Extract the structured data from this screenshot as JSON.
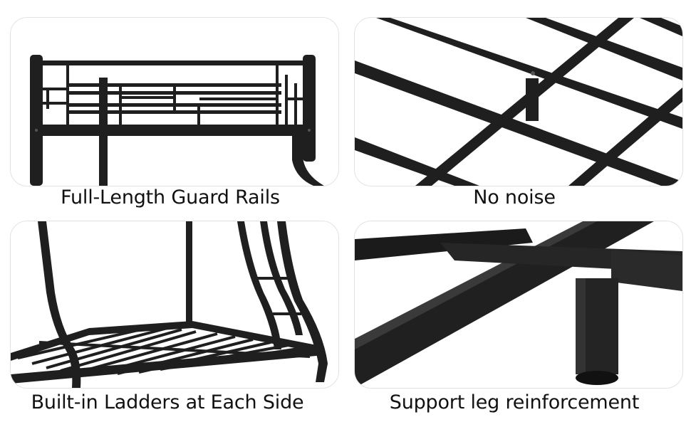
{
  "panels": [
    {
      "caption": "Full-Length Guard Rails",
      "image": "guard-rail-closeup"
    },
    {
      "caption": "No noise",
      "image": "slat-frame-closeup"
    },
    {
      "caption": "Built-in Ladders at Each Side",
      "image": "bunk-bed-ladder-view"
    },
    {
      "caption": "Support leg reinforcement",
      "image": "support-leg-closeup"
    }
  ],
  "colors": {
    "metal": "#1e1e1e",
    "metal_highlight": "#3a3a3a",
    "background": "#ffffff"
  }
}
